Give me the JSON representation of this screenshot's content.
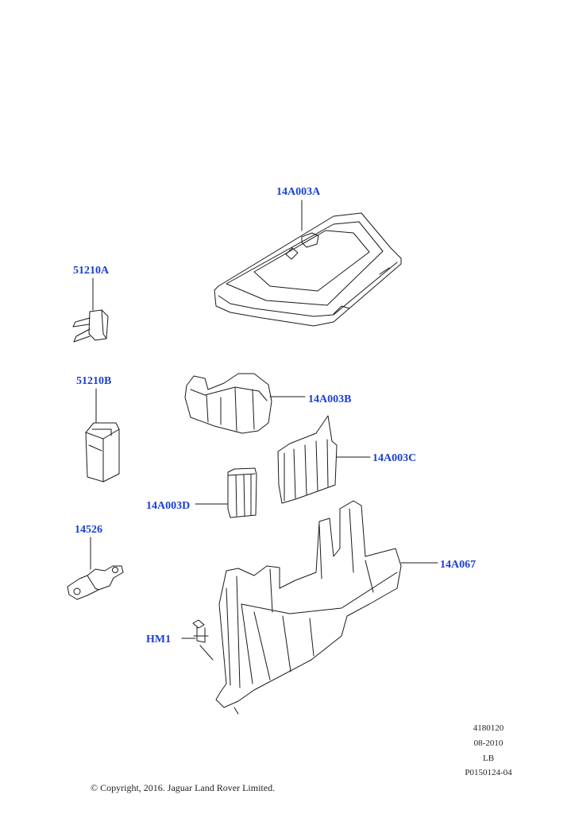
{
  "callouts": {
    "c14A003A": "14A003A",
    "c51210A": "51210A",
    "c51210B": "51210B",
    "c14A003B": "14A003B",
    "c14A003C": "14A003C",
    "c14A003D": "14A003D",
    "c14526": "14526",
    "c14A067": "14A067",
    "cHM1": "HM1"
  },
  "meta": {
    "line1": "4180120",
    "line2": "08-2010",
    "line3": "LB",
    "line4": "P0150124-04"
  },
  "copyright": "© Copyright, 2016. Jaguar Land Rover Limited.",
  "colors": {
    "callout": "#1a3fd6",
    "line": "#1a1a1a"
  }
}
